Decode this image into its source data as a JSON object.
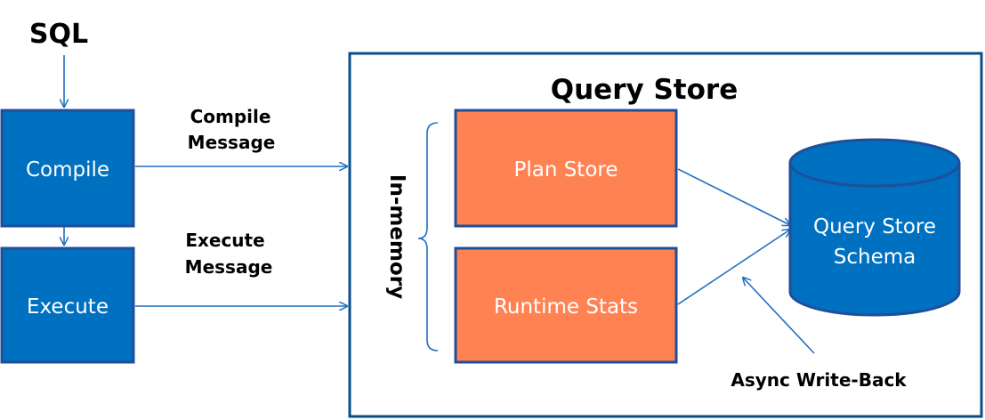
{
  "input_label": "SQL",
  "container_title": "Query Store",
  "steps": {
    "compile": "Compile",
    "execute": "Execute"
  },
  "messages": {
    "compile_line1": "Compile",
    "compile_line2": "Message",
    "execute_line1": "Execute",
    "execute_line2": "Message"
  },
  "stores": {
    "plan": "Plan Store",
    "runtime": "Runtime Stats"
  },
  "in_memory_label": "In-memory",
  "schema": {
    "line1": "Query Store",
    "line2": "Schema"
  },
  "async_label": "Async Write-Back",
  "colors": {
    "blue_fill": "#0070C0",
    "blue_stroke": "#1F4E9A",
    "orange_fill": "#FF8253",
    "connector": "#1F6FC1",
    "container_border": "#0B4D8C"
  }
}
